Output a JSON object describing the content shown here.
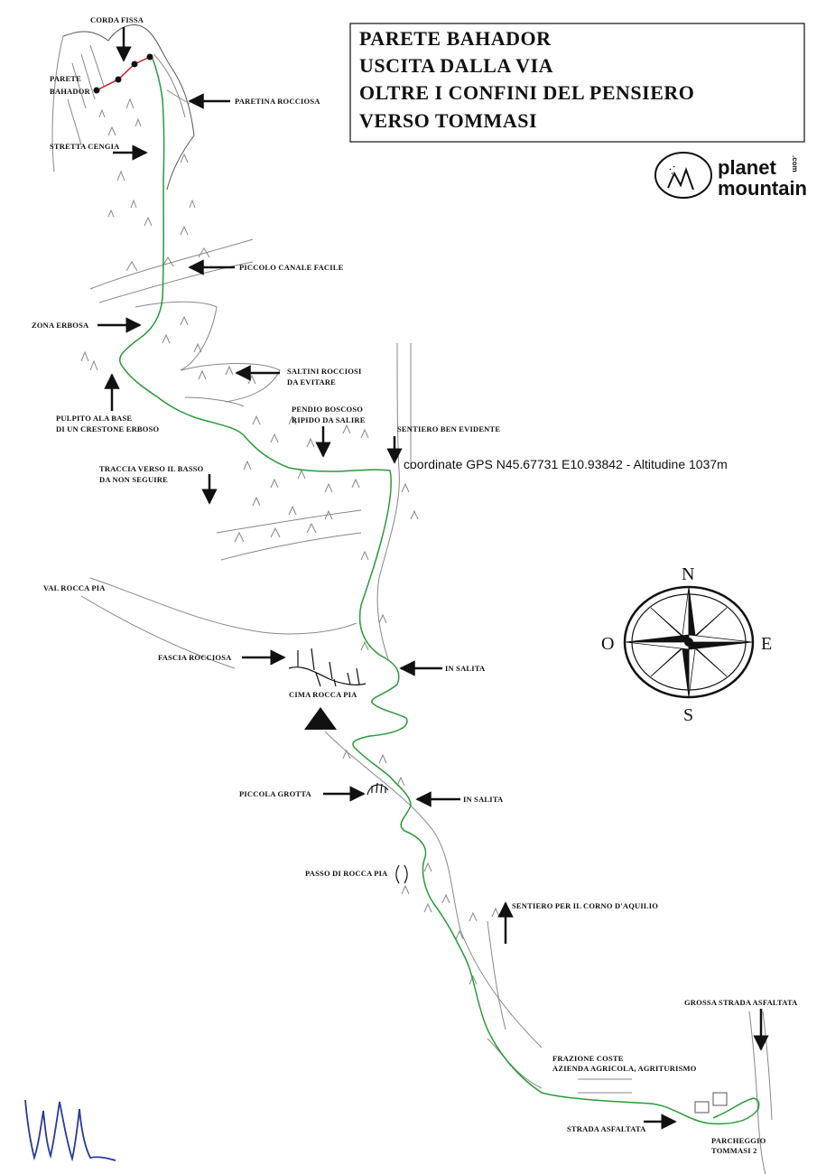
{
  "title": {
    "lines": [
      "PARETE BAHADOR",
      "USCITA DALLA VIA",
      "OLTRE I CONFINI DEL PENSIERO",
      "VERSO TOMMASI"
    ]
  },
  "logo": {
    "word1": "planet",
    "word2": "mountain",
    "suffix": ".com"
  },
  "gps_note": "coordinate GPS N45.67731 E10.93842 - Altitudine 1037m",
  "compass": {
    "north": "N",
    "south": "S",
    "east": "E",
    "west": "O"
  },
  "labels": {
    "corda_fissa": "CORDA FISSA",
    "parete_1": "PARETE",
    "parete_2": "BAHADOR",
    "paretina_rocciosa": "PARETINA ROCCIOSA",
    "stretta_cengia": "STRETTA CENGIA",
    "piccolo_canale": "PICCOLO CANALE FACILE",
    "zona_erbosa": "ZONA ERBOSA",
    "saltini_1": "SALTINI ROCCIOSI",
    "saltini_2": "DA EVITARE",
    "pulpito_1": "PULPITO ALA BASE",
    "pulpito_2": "DI UN CRESTONE ERBOSO",
    "pendio_1": "PENDIO BOSCOSO",
    "pendio_2": "RIPIDO DA SALIRE",
    "sentiero_evidente": "SENTIERO BEN EVIDENTE",
    "traccia_1": "TRACCIA VERSO IL BASSO",
    "traccia_2": "DA NON SEGUIRE",
    "val_rocca_pia": "VAL ROCCA PIA",
    "fascia_rocciosa": "FASCIA ROCCIOSA",
    "in_salita_1": "IN SALITA",
    "cima_rocca_pia": "CIMA ROCCA PIA",
    "piccola_grotta": "PICCOLA GROTTA",
    "in_salita_2": "IN SALITA",
    "passo_rocca_pia": "PASSO DI ROCCA PIA",
    "sentiero_corno": "SENTIERO PER IL CORNO D'AQUILIO",
    "grossa_strada": "GROSSA STRADA ASFALTATA",
    "frazione_1": "FRAZIONE COSTE",
    "frazione_2": "AZIENDA AGRICOLA, AGRITURISMO",
    "strada_asfaltata": "STRADA ASFALTATA",
    "parcheggio_1": "PARCHEGGIO",
    "parcheggio_2": "TOMMASI 2"
  },
  "colors": {
    "route": "#2a9a3a",
    "rope": "#c0202a",
    "ink": "#111111",
    "sketch": "#888888"
  }
}
